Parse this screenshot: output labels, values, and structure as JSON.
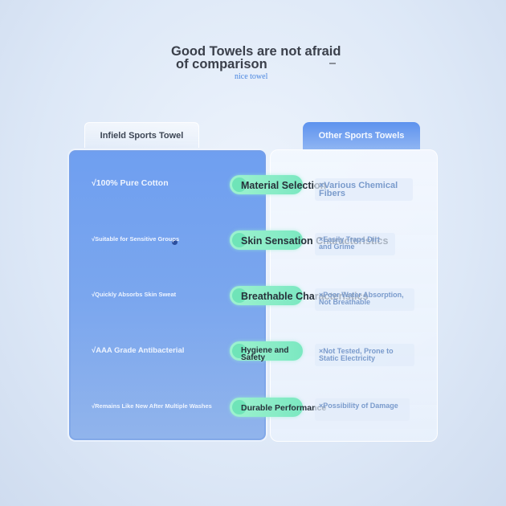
{
  "header": {
    "title_line1": "Good Towels are not afraid",
    "title_line2": "of comparison",
    "subtitle": "nice towel"
  },
  "left_tab": {
    "label": "Infield Sports Towel"
  },
  "right_tab": {
    "label": "Other Sports Towels"
  },
  "rows": [
    {
      "left": "√100% Pure Cotton",
      "middle": "Material Selection",
      "right": "×Various Chemical Fibers"
    },
    {
      "left": "√Suitable for Sensitive Groups",
      "middle": "Skin Sensation Characteristics",
      "right": "×Easily Traps Dirt and Grime"
    },
    {
      "left": "√Quickly Absorbs Skin Sweat",
      "middle": "Breathable Characteristics",
      "right": "×Poor Water Absorption, Not Breathable"
    },
    {
      "left": "√AAA Grade Antibacterial",
      "middle": "Hygiene and Safety",
      "right": "×Not Tested, Prone to Static Electricity"
    },
    {
      "left": "√Remains Like New After Multiple Washes",
      "middle": "Durable Performance",
      "right": "×Possibility of Damage"
    }
  ],
  "colors": {
    "accent_blue": "#6f9ff0",
    "pill_green": "#7be8c1",
    "title_text": "#3a3f4a",
    "subtitle_text": "#4a86e0"
  }
}
